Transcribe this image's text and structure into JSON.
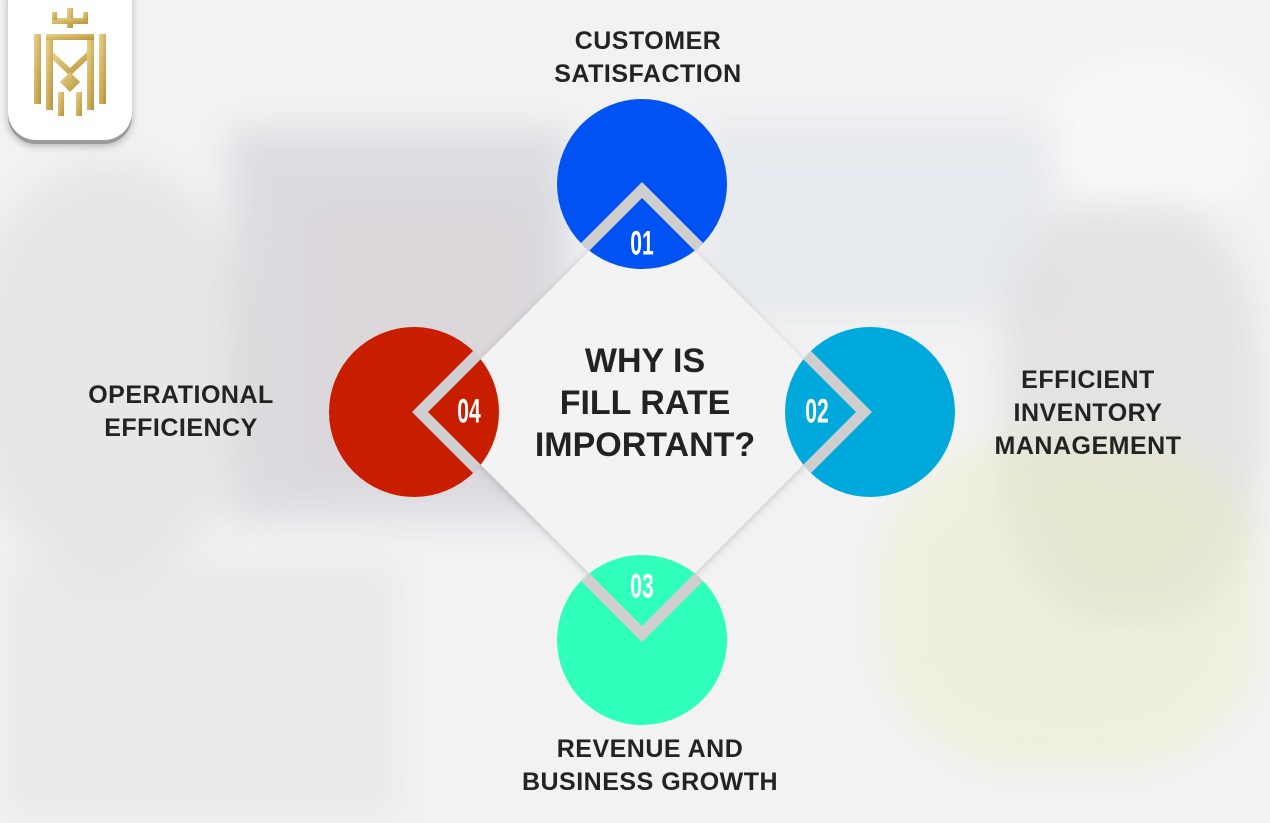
{
  "center": {
    "lines": [
      "WHY IS",
      "FILL RATE",
      "IMPORTANT?"
    ]
  },
  "items": [
    {
      "number": "01",
      "lines": [
        "CUSTOMER",
        "SATISFACTION"
      ],
      "color": "#0052f2"
    },
    {
      "number": "02",
      "lines": [
        "EFFICIENT",
        "INVENTORY",
        "MANAGEMENT"
      ],
      "color": "#00a9dc"
    },
    {
      "number": "03",
      "lines": [
        "REVENUE AND",
        "BUSINESS GROWTH"
      ],
      "color": "#30ffbc"
    },
    {
      "number": "04",
      "lines": [
        "OPERATIONAL",
        "EFFICIENCY"
      ],
      "color": "#c91d00"
    }
  ],
  "colors": {
    "diamond": "#f3f3f3",
    "band": "#cfcfcf",
    "text": "#232323",
    "logo_gold": "#d4b65a"
  },
  "logo": {
    "icon": "gold-crest-logo"
  }
}
